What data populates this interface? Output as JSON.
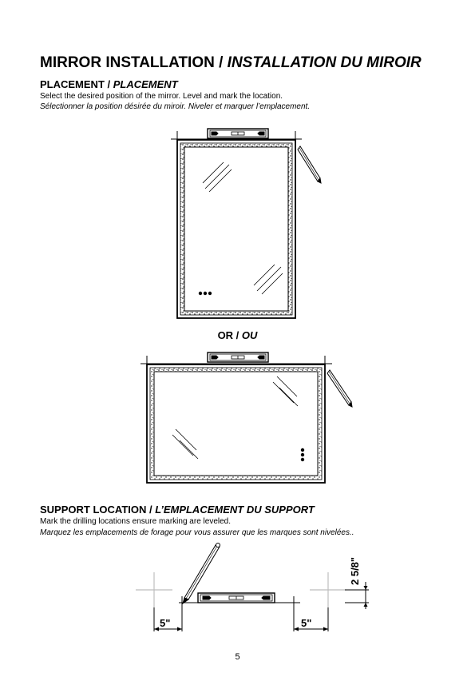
{
  "title": {
    "en": "MIRROR INSTALLATION /",
    "fr": "INSTALLATION DU MIROIR"
  },
  "placement": {
    "heading_en": "PLACEMENT /",
    "heading_fr": "PLACEMENT",
    "text_en": "Select the desired position of the mirror. Level and mark the location.",
    "text_fr": "Sélectionner la position désirée du miroir. Niveler et marquer l’emplacement."
  },
  "or_label": {
    "en": "OR /",
    "fr": "OU"
  },
  "support": {
    "heading_en": "SUPPORT LOCATION /",
    "heading_fr": "L’EMPLACEMENT DU SUPPORT",
    "text_en": "Mark the drilling locations ensure marking are leveled.",
    "text_fr": "Marquez les emplacements de forage pour vous assurer que les marques sont nivelées.."
  },
  "dimensions": {
    "left_offset": "5\"",
    "right_offset": "5\"",
    "height_offset": "2 5/8\""
  },
  "page_number": "5",
  "icons": {
    "level_tool": "spirit-level-icon",
    "pencil": "pencil-icon",
    "touch_buttons": "touch-sensor-dots-icon"
  }
}
